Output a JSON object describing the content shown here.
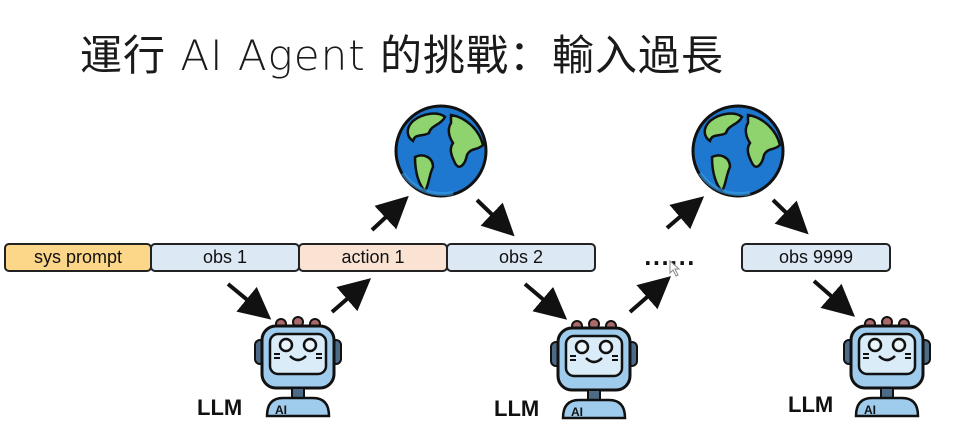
{
  "title": "運行 AI Agent 的挑戰：輸入過長",
  "sequence": [
    {
      "label": "sys prompt",
      "kind": "sys"
    },
    {
      "label": "obs 1",
      "kind": "obs"
    },
    {
      "label": "action 1",
      "kind": "action"
    },
    {
      "label": "obs 2",
      "kind": "obs"
    },
    {
      "label": "obs 9999",
      "kind": "obs"
    }
  ],
  "ellipsis": "......",
  "llm_label": "LLM",
  "robot_badge": "AI",
  "icons": {
    "world": "globe-icon",
    "model": "robot-icon",
    "flow": "arrow-icon"
  },
  "colors": {
    "sys_fill": "#fcd689",
    "obs_fill": "#dde8f5",
    "action_fill": "#fbe3d4",
    "ocean": "#1e78d0",
    "land": "#8fd36e",
    "robot_body": "#9fcbec",
    "robot_screen": "#d9ecf8"
  }
}
